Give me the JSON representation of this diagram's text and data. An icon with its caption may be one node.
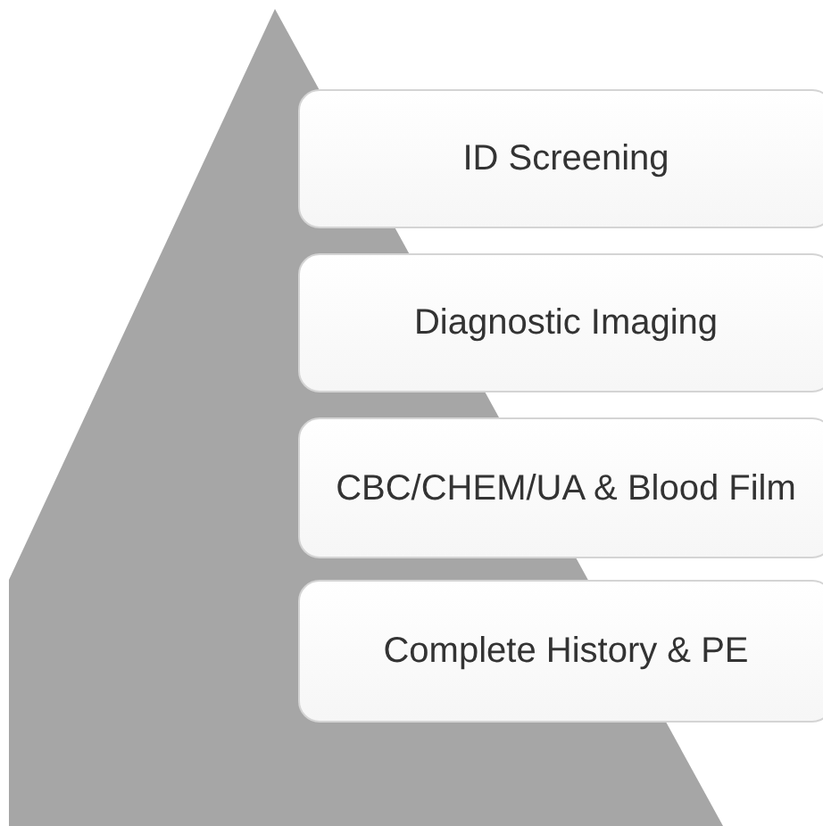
{
  "diagram": {
    "nodes": [
      {
        "text": [
          "ID Screening"
        ]
      },
      {
        "text": [
          "Diagnostic Imaging"
        ]
      },
      {
        "text": [
          "CBC/CHEM/UA & Blood Film"
        ]
      },
      {
        "text": [
          "Complete History & PE"
        ]
      }
    ]
  }
}
